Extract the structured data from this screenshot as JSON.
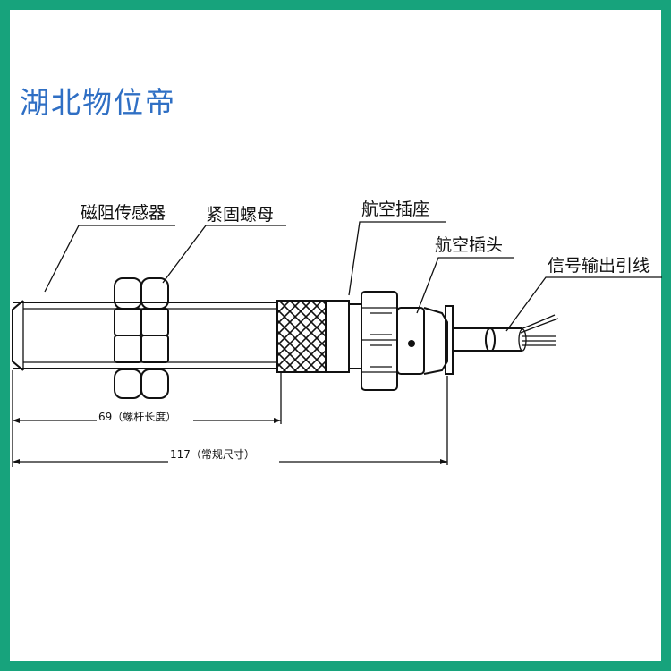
{
  "brand": "湖北物位帝",
  "colors": {
    "border": "#17a37c",
    "brand_text": "#2f6fc4",
    "line": "#111111"
  },
  "labels": {
    "sensor": "磁阻传感器",
    "nut": "紧固螺母",
    "socket": "航空插座",
    "plug": "航空插头",
    "lead": "信号输出引线"
  },
  "dimensions": {
    "thread_length": "69（螺杆长度）",
    "total_length": "117（常规尺寸）"
  }
}
